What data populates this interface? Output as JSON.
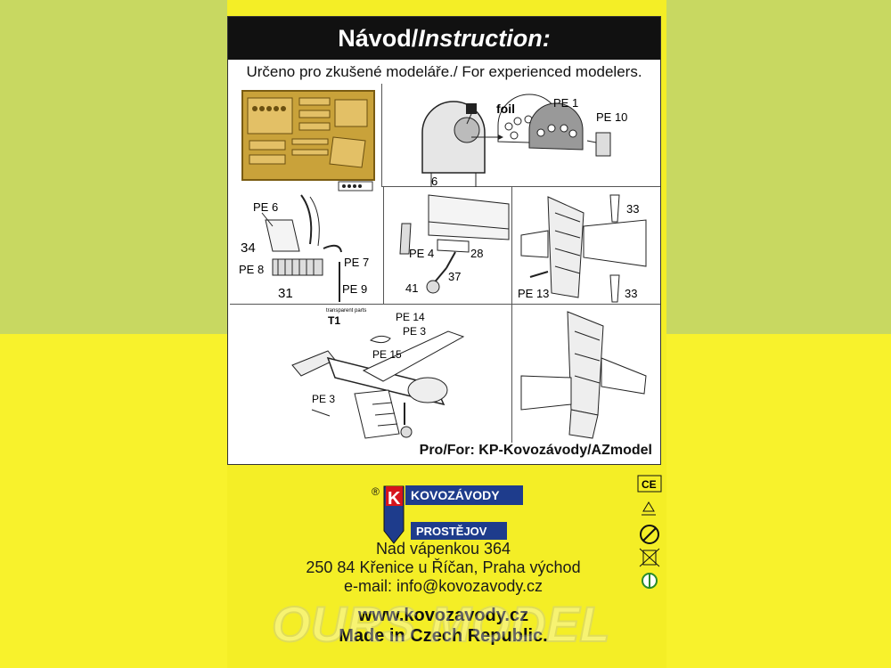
{
  "header": {
    "title_cs": "Návod/",
    "title_en": "Instruction:",
    "subtitle": "Určeno pro zkušené modeláře./ For experienced modelers."
  },
  "labels": {
    "foil": "foil",
    "pe1": "PE 1",
    "pe10": "PE 10",
    "part6": "6",
    "pe6": "PE 6",
    "part34": "34",
    "pe7": "PE 7",
    "pe8": "PE 8",
    "part31": "31",
    "pe9": "PE 9",
    "pe4": "PE 4",
    "part28": "28",
    "part37": "37",
    "part41": "41",
    "part33a": "33",
    "pe13": "PE 13",
    "part33b": "33",
    "transparent": "transparent parts",
    "t1": "T1",
    "pe14": "PE 14",
    "pe3a": "PE 3",
    "pe15": "PE 15",
    "pe3b": "PE 3"
  },
  "footer_credit": "Pro/For: KP-Kovozávody/AZmodel",
  "logo": {
    "registered": "®",
    "letter": "K",
    "line1": "KOVOZÁVODY",
    "line2": "PROSTĚJOV"
  },
  "address": {
    "street": "Nad vápenkou 364",
    "city": "250 84 Křenice u Říčan, Praha východ",
    "email": "e-mail: info@kovozavody.cz"
  },
  "web": "www.kovozavody.cz",
  "made_in": "Made in Czech Republic.",
  "symbols": {
    "ce": "CE"
  },
  "watermark": "OURS MODEL"
}
